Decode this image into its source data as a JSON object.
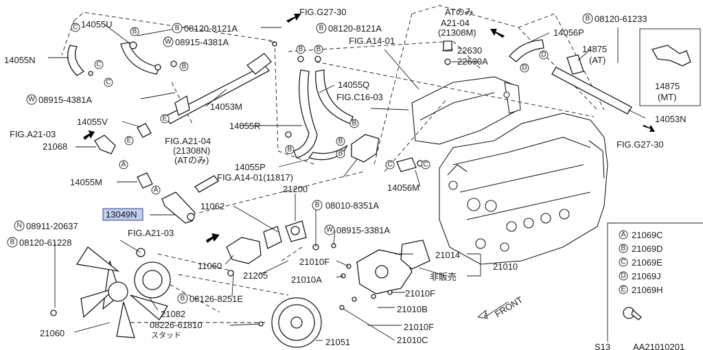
{
  "labels": {
    "p14055U": "14055U",
    "p14055N": "14055N",
    "w08915_4381A_top": "08915-4381A",
    "w08915_4381A_left": "08915-4381A",
    "b08120_8121A_left": "08120-8121A",
    "b08120_8121A_right": "08120-8121A",
    "fig_g27_30_top": "FIG.G27-30",
    "at_only": "ATのみ",
    "a21_04": "A21-04",
    "p21308M": "(21308M)",
    "fig_a14_01_top": "FIG.A14-01",
    "p22630": "22630",
    "p22630A": "22630A",
    "p14056P": "14056P",
    "b08120_61233": "08120-61233",
    "p14875_at": "14875",
    "at_paren": "(AT)",
    "p14875_mt": "14875",
    "mt_paren": "(MT)",
    "p14053M": "14053M",
    "p14055Q": "14055Q",
    "fig_c16_03": "FIG.C16-03",
    "p14055V": "14055V",
    "fig_a21_03_left": "FIG.A21-03",
    "p21068": "21068",
    "p14055R": "14055R",
    "p14053N": "14053N",
    "fig_g27_30_right": "FIG.G27-30",
    "fig_a21_04_mid": "FIG.A21-04",
    "p21308N": "(21308N)",
    "at_only_paren": "(ATのみ)",
    "p14055P": "14055P",
    "fig_a14_01_mid": "FIG.A14-01(11817)",
    "p14055M": "14055M",
    "p14056M": "14056M",
    "p21200": "21200",
    "p13049N": "13049N",
    "p11062": "11062",
    "b08010_8351A": "08010-8351A",
    "n08911_20637": "08911-20637",
    "fig_a21_03_mid": "FIG.A21-03",
    "w08915_3381A": "08915-3381A",
    "b08120_61228": "08120-61228",
    "p21014": "21014",
    "p21010": "21010",
    "p11060": "11060",
    "p21010F_a": "21010F",
    "p21205": "21205",
    "p21010A": "21010A",
    "not_for_sale": "非販売",
    "p21010F_b": "21010F",
    "b08126_8251E": "08126-8251E",
    "p21010B": "21010B",
    "p21082": "21082",
    "p08226_61810": "08226-61810",
    "stud": "スタッド",
    "p21010F_c": "21010F",
    "p21060": "21060",
    "p21051": "21051",
    "p21010C": "21010C",
    "front": "FRONT",
    "code_s13": "S13",
    "code_aa": "AA21010201"
  },
  "legend": {
    "items": [
      {
        "letter": "A",
        "part": "21069C"
      },
      {
        "letter": "B",
        "part": "21069D"
      },
      {
        "letter": "C",
        "part": "21069E"
      },
      {
        "letter": "D",
        "part": "21069J"
      },
      {
        "letter": "E",
        "part": "21069H"
      }
    ]
  },
  "callout_prefixes": {
    "B": "B",
    "W": "W",
    "N": "N"
  }
}
